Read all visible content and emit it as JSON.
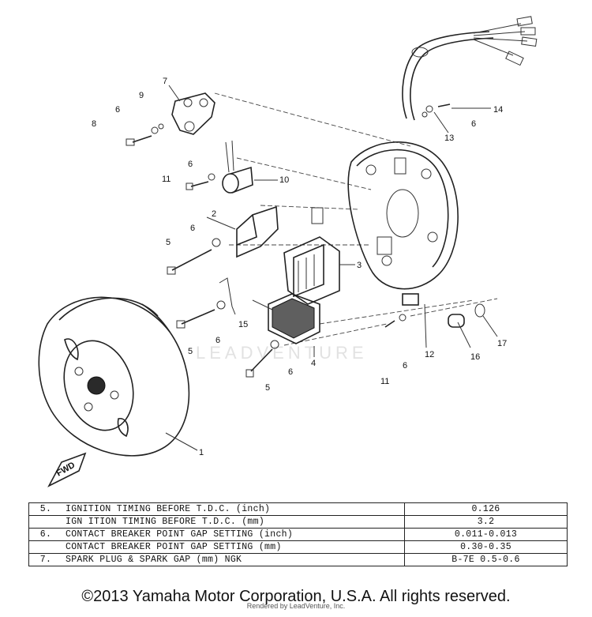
{
  "diagram": {
    "callouts": {
      "p1": "1",
      "p2": "2",
      "p3": "3",
      "p4": "4",
      "p5a": "5",
      "p5b": "5",
      "p5c": "5",
      "p6a": "6",
      "p6b": "6",
      "p6c": "6",
      "p6d": "6",
      "p6e": "6",
      "p6f": "6",
      "p6g": "6",
      "p7": "7",
      "p8": "8",
      "p9": "9",
      "p10": "10",
      "p11a": "11",
      "p11b": "11",
      "p12": "12",
      "p13": "13",
      "p14": "14",
      "p15": "15",
      "p16": "16",
      "p17": "17"
    },
    "fwd_label": "FWD",
    "watermark_brand": "LEADVENTURE"
  },
  "specs": [
    {
      "num": "5.",
      "desc": "IGNITION TIMING BEFORE T.D.C. (inch)",
      "value": "0.126"
    },
    {
      "num": "",
      "desc": "IGN ITION TIMING BEFORE T.D.C. (mm)",
      "value": "3.2"
    },
    {
      "num": "6.",
      "desc": "CONTACT BREAKER POINT GAP SETTING (inch)",
      "value": "0.011-0.013"
    },
    {
      "num": "",
      "desc": "CONTACT BREAKER POINT GAP SETTING (mm)",
      "value": "0.30-0.35"
    },
    {
      "num": "7.",
      "desc": "SPARK PLUG & SPARK GAP (mm) NGK",
      "value": "B-7E      0.5-0.6"
    }
  ],
  "footer": {
    "copyright": "©2013 Yamaha Motor Corporation, U.S.A. All rights reserved.",
    "rendered_by": "Rendered by LeadVenture, Inc."
  }
}
